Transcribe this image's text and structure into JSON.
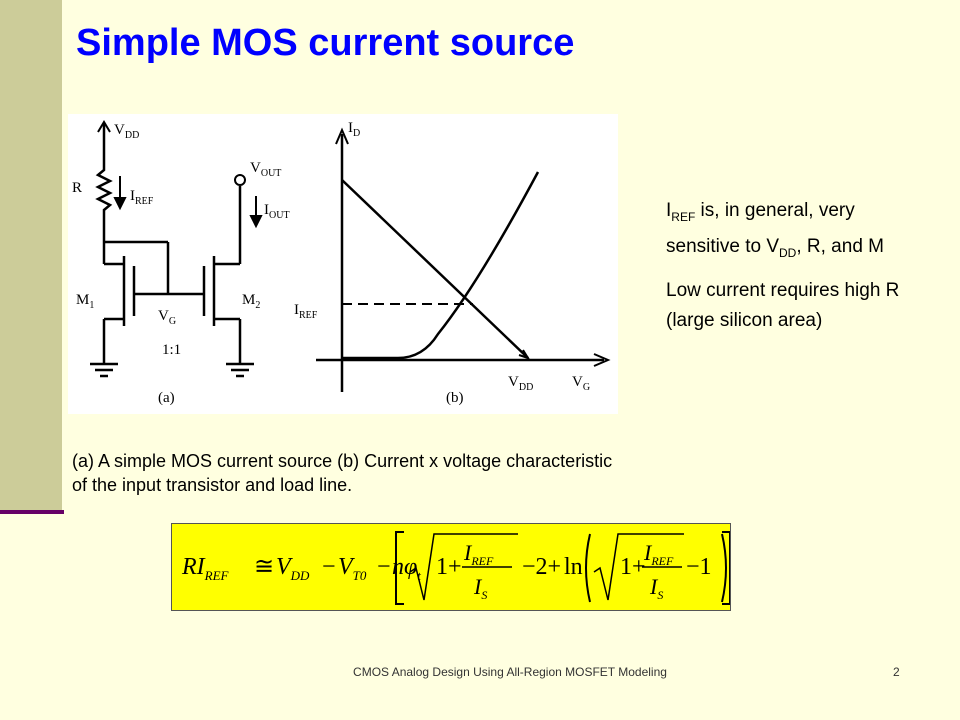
{
  "slide": {
    "title": "Simple MOS current source",
    "caption": "(a) A simple MOS current source (b) Current x voltage characteristic of the input transistor and load line.",
    "notes": [
      {
        "pre": "I",
        "sub": "REF",
        "post": " is, in general, very sensitive to V",
        "sub2": "DD",
        "post2": ", R, and M"
      },
      {
        "text": "Low current requires high R (large silicon area)"
      }
    ],
    "footer": "CMOS Analog Design Using All-Region MOSFET Modeling",
    "page_number": "2"
  },
  "figure": {
    "vdd": {
      "base": "V",
      "sub": "DD"
    },
    "r": "R",
    "iref": {
      "base": "I",
      "sub": "REF"
    },
    "vout": {
      "base": "V",
      "sub": "OUT"
    },
    "iout": {
      "base": "I",
      "sub": "OUT"
    },
    "m1": {
      "base": "M",
      "sub": "1"
    },
    "m2": {
      "base": "M",
      "sub": "2"
    },
    "vg": {
      "base": "V",
      "sub": "G"
    },
    "ratio": "1:1",
    "label_a": "(a)",
    "label_b": "(b)",
    "id_axis": {
      "base": "I",
      "sub": "D"
    },
    "iref_axis": {
      "base": "I",
      "sub": "REF"
    },
    "vdd_axis": {
      "base": "V",
      "sub": "DD"
    },
    "vg_axis": {
      "base": "V",
      "sub": "G"
    }
  },
  "equation": {
    "lhs_r": "RI",
    "lhs_sub": "REF",
    "approx": "≅",
    "v": "V",
    "dd": "DD",
    "minus": "−",
    "vt": "V",
    "t0": "T0",
    "n_phi": "nφ",
    "t": "t",
    "one_plus": "1+",
    "i": "I",
    "ref": "REF",
    "is": "I",
    "s": "S",
    "minus_two_plus": "−2+",
    "ln": "ln",
    "minus_one": "−1"
  }
}
